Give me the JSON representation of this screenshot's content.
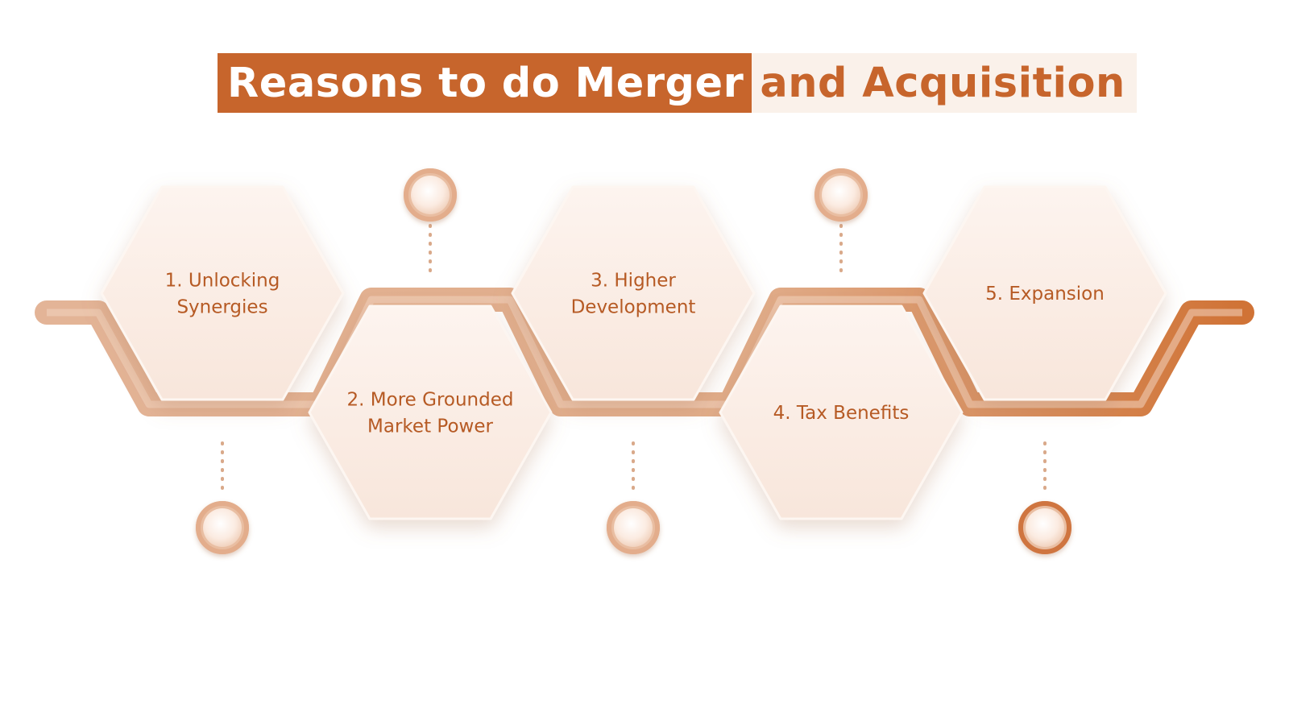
{
  "title": {
    "part1": "Reasons to do Merger",
    "part2": "and Acquisition"
  },
  "colors": {
    "accent": "#c7652c",
    "accent_light": "#e5b090",
    "hex_fill": "#fbeee6",
    "title_right_bg": "#faf1ea"
  },
  "steps": [
    {
      "lines": [
        "1. Unlocking",
        "Synergies"
      ]
    },
    {
      "lines": [
        "2. More Grounded",
        "Market Power"
      ]
    },
    {
      "lines": [
        "3. Higher",
        "Development"
      ]
    },
    {
      "lines": [
        "4. Tax Benefits"
      ]
    },
    {
      "lines": [
        "5. Expansion"
      ]
    }
  ]
}
